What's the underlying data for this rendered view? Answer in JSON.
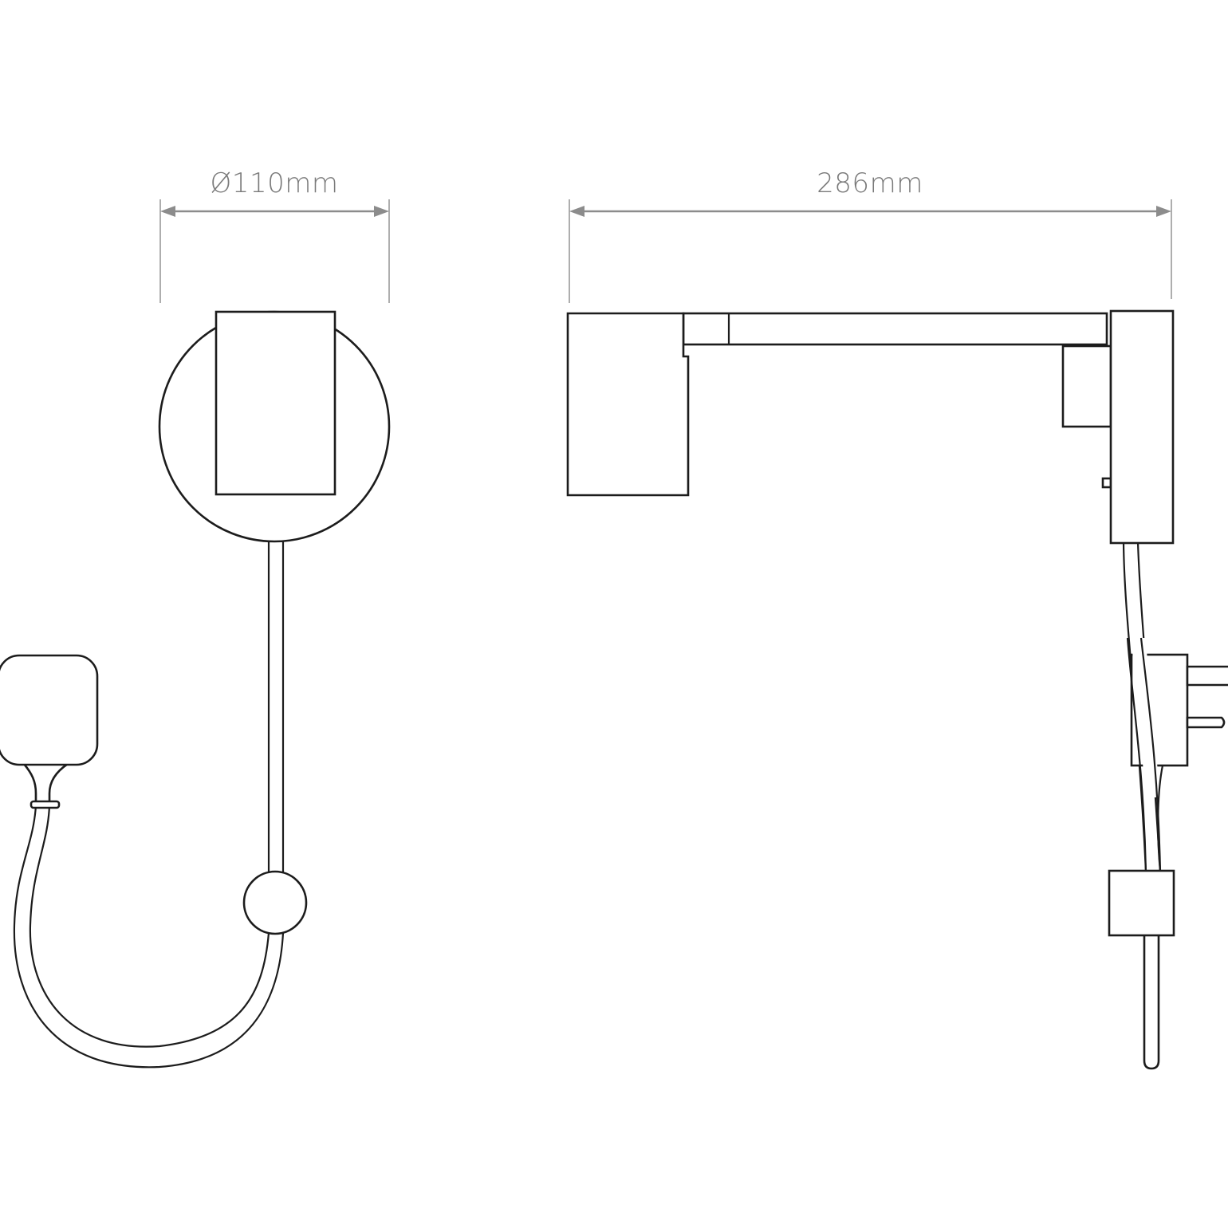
{
  "drawing": {
    "type": "technical dimension drawing",
    "subject": "plug-in wall lamp with swing arm",
    "line_color": "#1c1c1c",
    "dimension_color": "#8c8c8c",
    "background": "#ffffff"
  },
  "front_view": {
    "dimension": {
      "label": "Ø110mm",
      "value": 110,
      "unit": "mm",
      "kind": "diameter"
    },
    "parts": [
      "round-wall-plate",
      "lamp-head",
      "cable",
      "inline-switch",
      "plug"
    ]
  },
  "side_view": {
    "dimension": {
      "label": "286mm",
      "value": 286,
      "unit": "mm",
      "kind": "length"
    },
    "parts": [
      "lamp-head",
      "swing-arm",
      "arm-bracket",
      "wall-plate",
      "cable",
      "plug-with-prongs",
      "inline-switch",
      "cable-end"
    ]
  }
}
